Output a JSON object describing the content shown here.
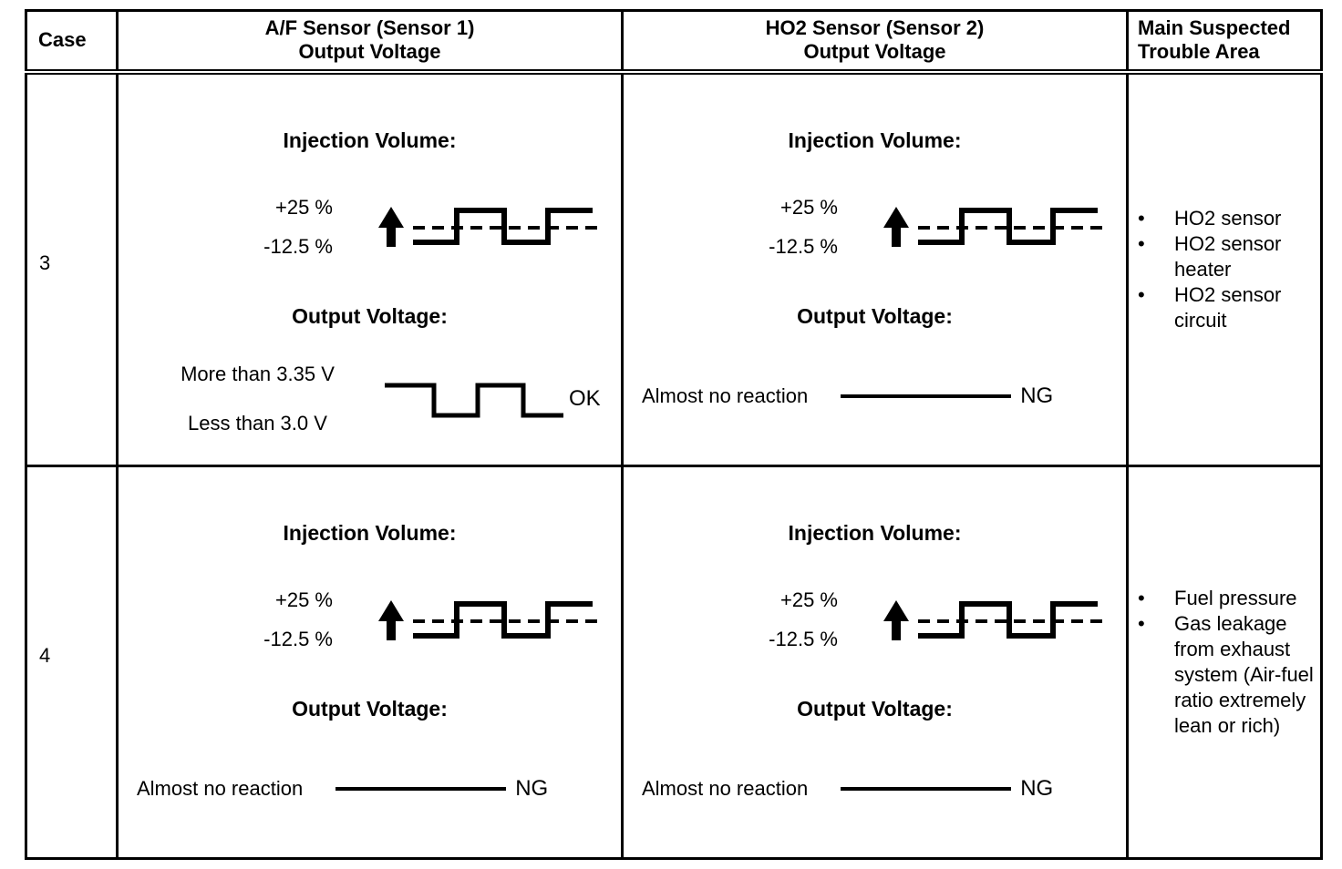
{
  "header": {
    "case": "Case",
    "af": {
      "line1": "A/F Sensor (Sensor 1)",
      "line2": "Output Voltage"
    },
    "ho2": {
      "line1": "HO2 Sensor (Sensor 2)",
      "line2": "Output Voltage"
    },
    "trouble": {
      "line1": "Main Suspected",
      "line2": "Trouble Area"
    }
  },
  "bullet": "•",
  "rows": [
    {
      "case": "3",
      "af": {
        "injection_heading": "Injection Volume:",
        "injection_high_label": "+25 %",
        "injection_low_label": "-12.5 %",
        "output_heading": "Output Voltage:",
        "output_high_label": "More than 3.35 V",
        "output_low_label": "Less than 3.0 V",
        "verdict": "OK"
      },
      "ho2": {
        "injection_heading": "Injection Volume:",
        "injection_high_label": "+25 %",
        "injection_low_label": "-12.5 %",
        "output_heading": "Output Voltage:",
        "output_label": "Almost no reaction",
        "verdict": "NG"
      },
      "trouble_items": [
        "HO2 sensor",
        "HO2 sensor heater",
        "HO2 sensor circuit"
      ]
    },
    {
      "case": "4",
      "af": {
        "injection_heading": "Injection Volume:",
        "injection_high_label": "+25 %",
        "injection_low_label": "-12.5 %",
        "output_heading": "Output Voltage:",
        "output_label": "Almost no reaction",
        "verdict": "NG"
      },
      "ho2": {
        "injection_heading": "Injection Volume:",
        "injection_high_label": "+25 %",
        "injection_low_label": "-12.5 %",
        "output_heading": "Output Voltage:",
        "output_label": "Almost no reaction",
        "verdict": "NG"
      },
      "trouble_items": [
        "Fuel pressure",
        "Gas leakage from exhaust system (Air-fuel ratio extremely lean or rich)"
      ]
    }
  ]
}
